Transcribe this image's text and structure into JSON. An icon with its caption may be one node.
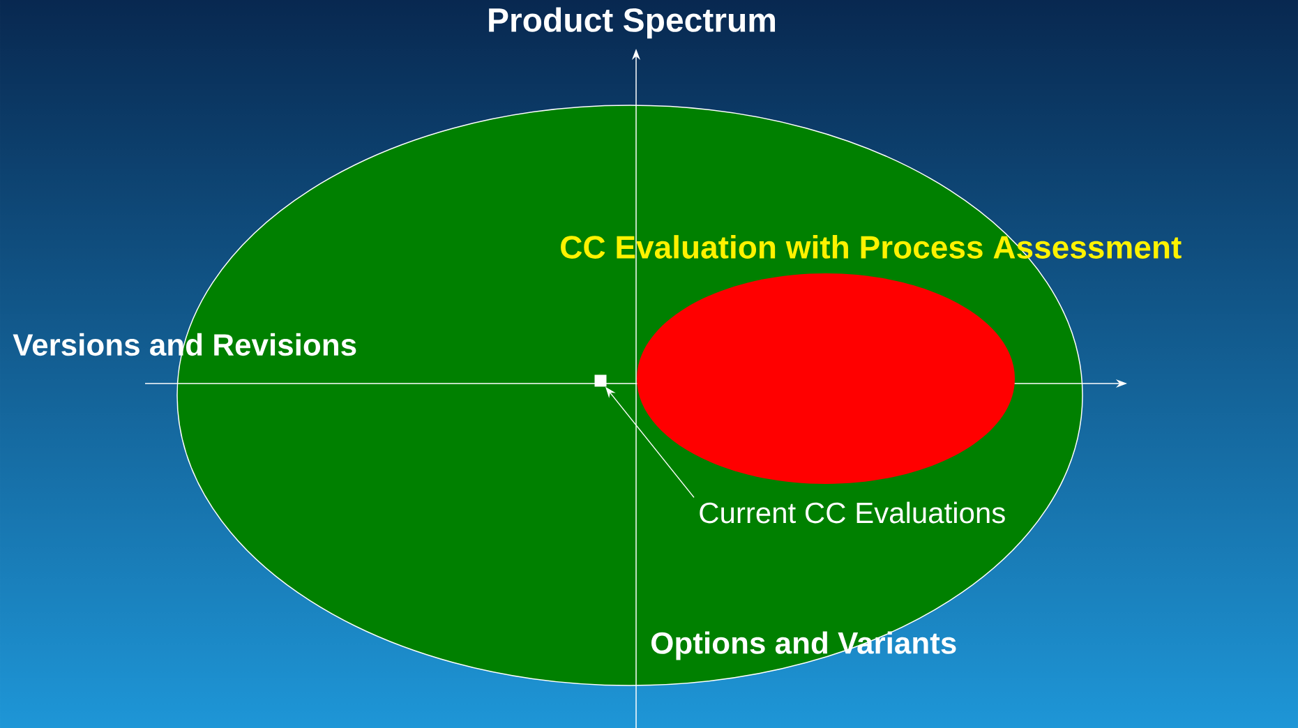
{
  "diagram": {
    "nodes": [
      {
        "text": [],
        "shape": "ellipse"
      },
      {
        "text": [],
        "shape": "ellipse",
        "in": 0
      },
      {
        "text": [],
        "shape": "box",
        "in": 0
      },
      {
        "text": [
          "Current CC Evaluations"
        ],
        "in": 0
      }
    ],
    "edges": [
      {
        "from": 3,
        "to": 2,
        "arrow": "to"
      }
    ],
    "labels": [
      "Product Spectrum",
      "CC Evaluation with Process Assessment",
      "Versions and Revisions",
      "Options and Variants"
    ]
  }
}
